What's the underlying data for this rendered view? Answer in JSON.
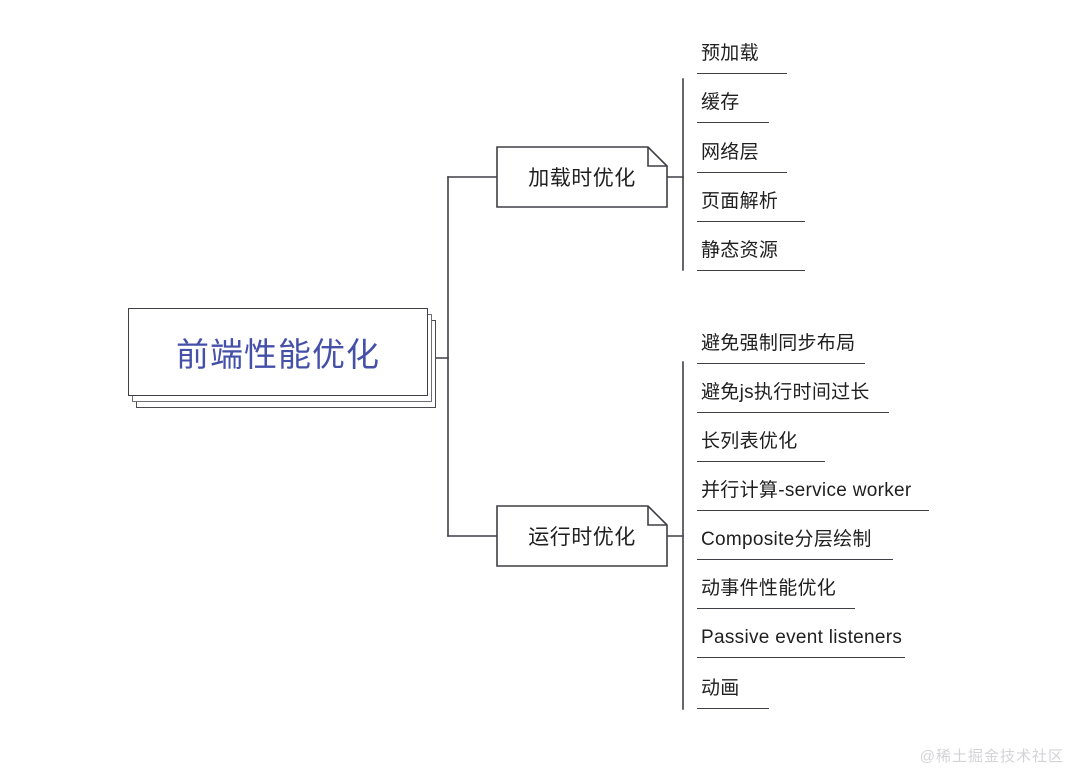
{
  "diagram": {
    "type": "mindmap",
    "title": "前端性能优化",
    "background_color": "#ffffff",
    "root": {
      "label": "前端性能优化",
      "text_color": "#4550a8",
      "border_color": "#3f3f46"
    },
    "branches": [
      {
        "label": "加载时优化",
        "children": [
          {
            "label": "预加载",
            "rule_width": 90
          },
          {
            "label": "缓存",
            "rule_width": 72
          },
          {
            "label": "网络层",
            "rule_width": 90
          },
          {
            "label": "页面解析",
            "rule_width": 108
          },
          {
            "label": "静态资源",
            "rule_width": 108
          }
        ]
      },
      {
        "label": "运行时优化",
        "children": [
          {
            "label": "避免强制同步布局",
            "rule_width": 168
          },
          {
            "label": "避免js执行时间过长",
            "rule_width": 192
          },
          {
            "label": "长列表优化",
            "rule_width": 128
          },
          {
            "label": "并行计算-service worker",
            "rule_width": 232
          },
          {
            "label": "Composite分层绘制",
            "rule_width": 196
          },
          {
            "label": "动事件性能优化",
            "rule_width": 158
          },
          {
            "label": "Passive event listeners",
            "rule_width": 208
          },
          {
            "label": "动画",
            "rule_width": 72
          }
        ]
      }
    ],
    "watermark": "@稀土掘金技术社区"
  }
}
